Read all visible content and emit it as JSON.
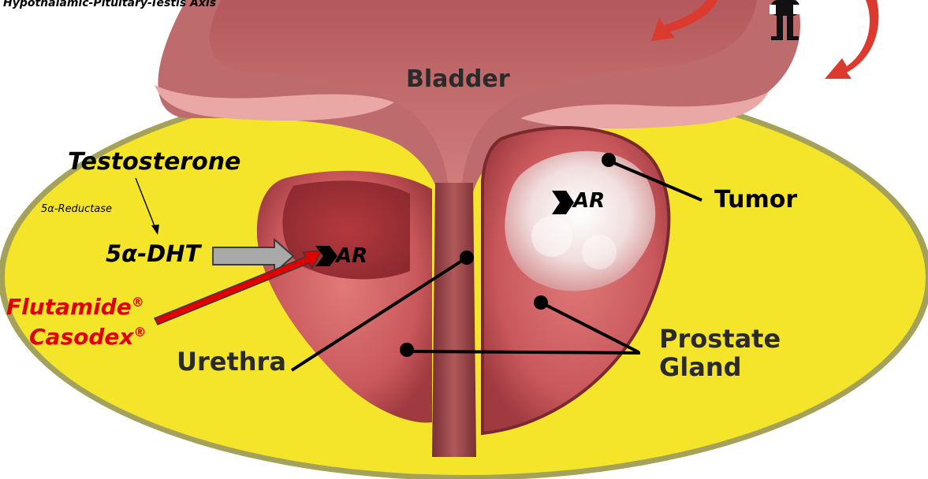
{
  "diagram": {
    "title": "Hypothalamic-Pituitary-Testis Axis",
    "labels": {
      "bladder": "Bladder",
      "testosterone": "Testosterone",
      "reductase": "5α-Reductase",
      "dht": "5α-DHT",
      "ar_normal": "AR",
      "ar_tumor": "AR",
      "tumor": "Tumor",
      "urethra": "Urethra",
      "prostate_line1": "Prostate",
      "prostate_line2": "Gland"
    },
    "drugs": [
      {
        "name": "Flutamide",
        "mark": "®"
      },
      {
        "name": "Casodex",
        "mark": "®"
      }
    ],
    "icons": {
      "receptor": "androgen-receptor-chevron-icon",
      "person": "person-figure-icon",
      "cycle_arrows": "curved-arrow-icon"
    },
    "colors": {
      "background_ellipse": "#f5e52a",
      "tissue": "#c9585c",
      "tumor": "#f1dede",
      "drug_text": "#e00000",
      "drug_arrow": "#e00000",
      "dht_arrow": "#a9a9a9",
      "cycle_arrows": "#dd3a2f",
      "label_dark": "#2a2a2a"
    }
  }
}
